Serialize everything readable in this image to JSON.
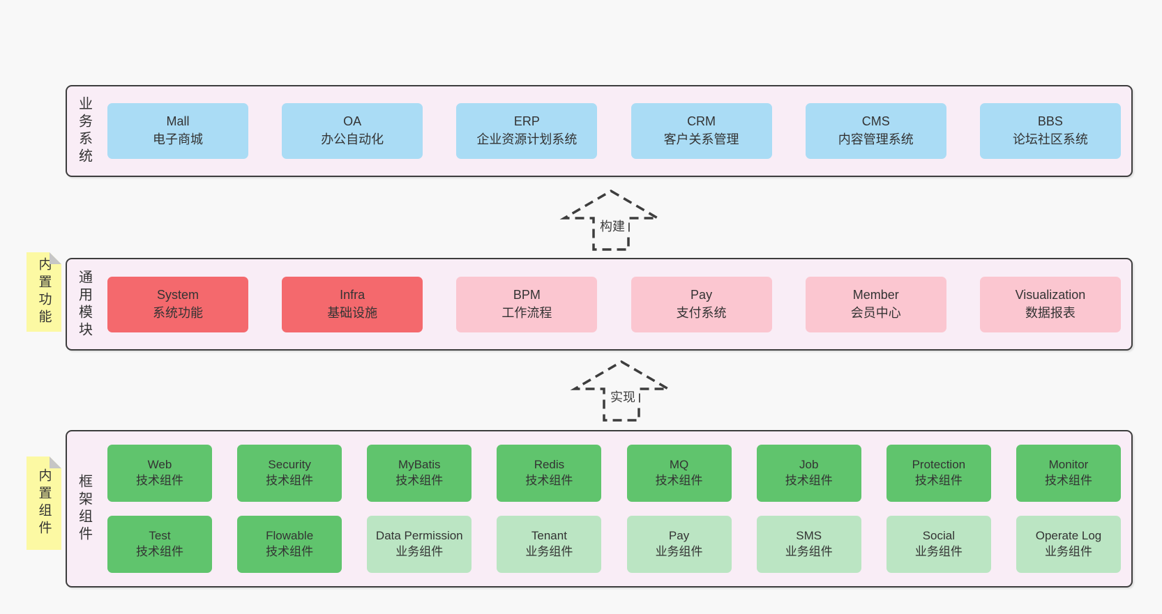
{
  "colors": {
    "background": "#f8f8f8",
    "layer_fill": "#f9edf6",
    "border": "#3d3d3d",
    "blue_box": "#aadcf5",
    "red_box": "#f4696d",
    "pink_box": "#fbc6d0",
    "green_box": "#60c46d",
    "light_green_box": "#bbe5c3",
    "note_yellow": "#fcf9a3",
    "note_fold_gray": "#c6c6c6"
  },
  "arrows": [
    {
      "label": "构建"
    },
    {
      "label": "实现"
    }
  ],
  "layers": [
    {
      "id": "business-systems",
      "label": "业务系统",
      "boxes": [
        {
          "name": "Mall",
          "sub": "电子商城",
          "type": "blue"
        },
        {
          "name": "OA",
          "sub": "办公自动化",
          "type": "blue"
        },
        {
          "name": "ERP",
          "sub": "企业资源计划系统",
          "type": "blue"
        },
        {
          "name": "CRM",
          "sub": "客户关系管理",
          "type": "blue"
        },
        {
          "name": "CMS",
          "sub": "内容管理系统",
          "type": "blue"
        },
        {
          "name": "BBS",
          "sub": "论坛社区系统",
          "type": "blue"
        }
      ]
    },
    {
      "id": "common-modules",
      "label": "通用模块",
      "note": "内置功能",
      "boxes": [
        {
          "name": "System",
          "sub": "系统功能",
          "type": "red"
        },
        {
          "name": "Infra",
          "sub": "基础设施",
          "type": "red"
        },
        {
          "name": "BPM",
          "sub": "工作流程",
          "type": "pink"
        },
        {
          "name": "Pay",
          "sub": "支付系统",
          "type": "pink"
        },
        {
          "name": "Member",
          "sub": "会员中心",
          "type": "pink"
        },
        {
          "name": "Visualization",
          "sub": "数据报表",
          "type": "pink"
        }
      ]
    },
    {
      "id": "framework-components",
      "label": "框架组件",
      "note": "内置组件",
      "rows": [
        [
          {
            "name": "Web",
            "sub": "技术组件",
            "type": "green"
          },
          {
            "name": "Security",
            "sub": "技术组件",
            "type": "green"
          },
          {
            "name": "MyBatis",
            "sub": "技术组件",
            "type": "green"
          },
          {
            "name": "Redis",
            "sub": "技术组件",
            "type": "green"
          },
          {
            "name": "MQ",
            "sub": "技术组件",
            "type": "green"
          },
          {
            "name": "Job",
            "sub": "技术组件",
            "type": "green"
          },
          {
            "name": "Protection",
            "sub": "技术组件",
            "type": "green"
          },
          {
            "name": "Monitor",
            "sub": "技术组件",
            "type": "green"
          }
        ],
        [
          {
            "name": "Test",
            "sub": "技术组件",
            "type": "green"
          },
          {
            "name": "Flowable",
            "sub": "技术组件",
            "type": "green"
          },
          {
            "name": "Data Permission",
            "sub": "业务组件",
            "type": "green-light"
          },
          {
            "name": "Tenant",
            "sub": "业务组件",
            "type": "green-light"
          },
          {
            "name": "Pay",
            "sub": "业务组件",
            "type": "green-light"
          },
          {
            "name": "SMS",
            "sub": "业务组件",
            "type": "green-light"
          },
          {
            "name": "Social",
            "sub": "业务组件",
            "type": "green-light"
          },
          {
            "name": "Operate Log",
            "sub": "业务组件",
            "type": "green-light"
          }
        ]
      ]
    }
  ]
}
